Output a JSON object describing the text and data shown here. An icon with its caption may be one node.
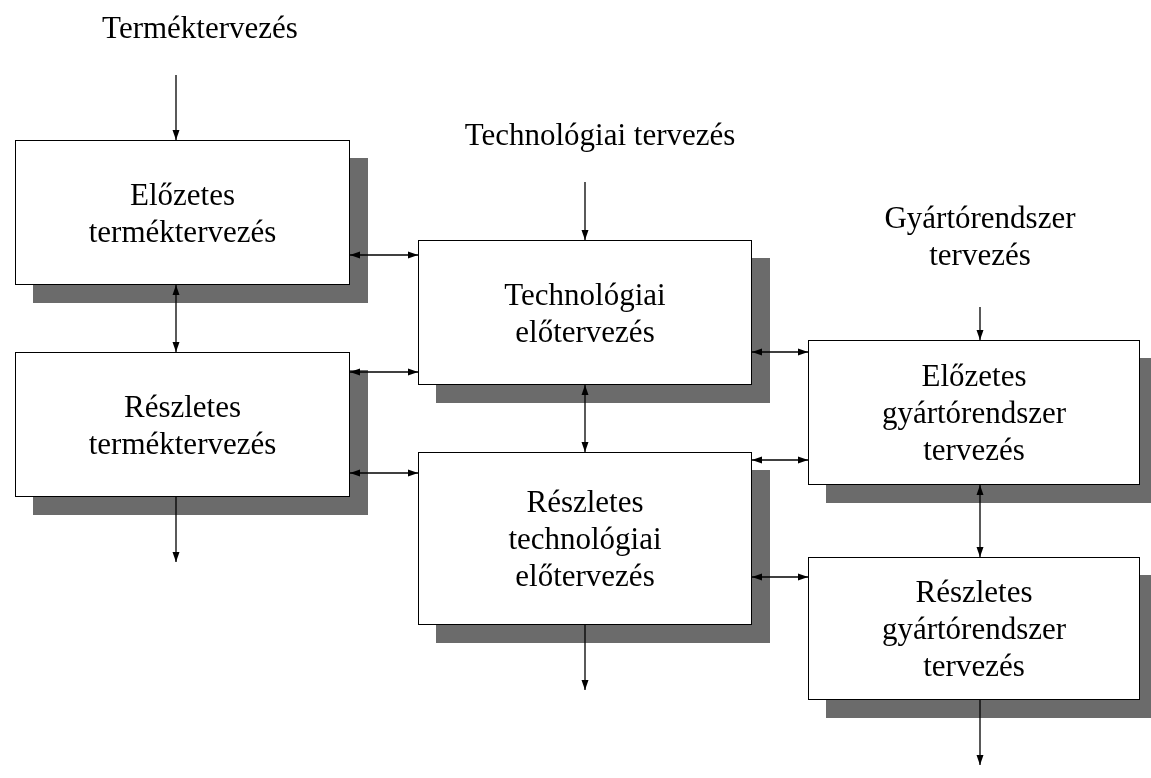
{
  "diagram": {
    "nodes": [
      {
        "text": [
          "Terméktervezés"
        ]
      },
      {
        "text": [
          "Előzetes terméktervezés"
        ]
      },
      {
        "text": [
          "Részletes terméktervezés"
        ]
      },
      {
        "text": [
          "Technológiai tervezés"
        ]
      },
      {
        "text": [
          "Technológiai előtervezés"
        ]
      },
      {
        "text": [
          "Részletes technológiai előtervezés"
        ]
      },
      {
        "text": [
          "Gyártórendszer tervezés"
        ]
      },
      {
        "text": [
          "Előzetes gyártórendszer tervezés"
        ]
      },
      {
        "text": [
          "Részletes gyártórendszer tervezés"
        ]
      }
    ],
    "edges": [
      {
        "from": 0,
        "to": 1,
        "arrow": "to"
      },
      {
        "from": 1,
        "to": 2,
        "arrow": "both"
      },
      {
        "from": 1,
        "to": 4,
        "arrow": "both"
      },
      {
        "from": 2,
        "to": 4,
        "arrow": "both"
      },
      {
        "from": 2,
        "to": 5,
        "arrow": "both"
      },
      {
        "from": 3,
        "to": 4,
        "arrow": "to"
      },
      {
        "from": 4,
        "to": 5,
        "arrow": "both"
      },
      {
        "from": 6,
        "to": 7,
        "arrow": "to"
      },
      {
        "from": 4,
        "to": 7,
        "arrow": "both"
      },
      {
        "from": 5,
        "to": 7,
        "arrow": "both"
      },
      {
        "from": 5,
        "to": 8,
        "arrow": "both"
      },
      {
        "from": 7,
        "to": 8,
        "arrow": "both"
      },
      {
        "from": 2,
        "to": null,
        "arrow": "to"
      },
      {
        "from": 5,
        "to": null,
        "arrow": "to"
      },
      {
        "from": 8,
        "to": null,
        "arrow": "to"
      }
    ]
  }
}
